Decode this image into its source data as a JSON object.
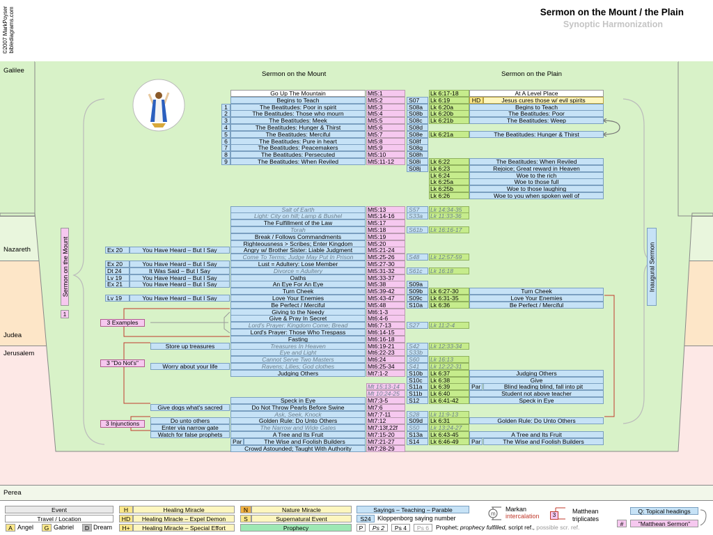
{
  "header": {
    "copyright": "©2007 MarkPoyser",
    "site": "biblediagrams.com",
    "title": "Sermon on the Mount / the Plain",
    "subtitle": "Synoptic Harmonization"
  },
  "regions": {
    "galilee": "Galilee",
    "nazareth": "Nazareth",
    "judea": "Judea",
    "jerusalem": "Jerusalem",
    "perea": "Perea"
  },
  "columns": {
    "mount": "Sermon on the Mount",
    "plain": "Sermon on the Plain"
  },
  "side_labels": {
    "left": "Sermon on the Mount",
    "left_num": "1",
    "right": "Inaugural Sermon"
  },
  "groups": {
    "examples": "3 Examples",
    "donots": "3 \"Do Not's\"",
    "injunctions": "3 Injunctions"
  },
  "legend": {
    "event": "Event",
    "travel": "Travel / Location",
    "angel_k": "A",
    "angel": "Angel",
    "gabriel_k": "G",
    "gabriel": "Gabriel",
    "dream_k": "D",
    "dream": "Dream",
    "h_k": "H",
    "h": "Healing Miracle",
    "hd_k": "HD",
    "hd": "Healing Miracle – Expel Demon",
    "hp_k": "H+",
    "hp": "Healing Miracle – Special Effort",
    "n_k": "N",
    "n": "Nature Miracle",
    "s_k": "S",
    "s": "Supernatural Event",
    "prophecy": "Prophecy",
    "sayings": "Sayings – Teaching – Parable",
    "s24_k": "S24",
    "s24": "Kloppenborg saying number",
    "p_k": "P",
    "ps2": "Ps 2",
    "ps4": "Ps 4",
    "ps6": "Ps 6",
    "prophet": "Prophet;",
    "prophecy_f": "prophecy fulfilled,",
    "script_ref": "script ref.,",
    "possible": "possible scr. ref.",
    "markan": "Markan",
    "intercalation": "intercalation",
    "matthean_n": "3",
    "matthean": "Matthean",
    "triplicates": "triplicates",
    "topical": "Q: Topical headings",
    "hash": "#",
    "ms": "\"Matthean Sermon\""
  },
  "rows": [
    {
      "t": "Go Up The Mountain",
      "m": "Mt5:1",
      "wht": true
    },
    {
      "t": "Begins to Teach",
      "m": "Mt5:2",
      "s": "S07"
    },
    {
      "n": "1",
      "t": "The Beatitudes: Poor in spirit",
      "m": "Mt5:3",
      "s": "S08a"
    },
    {
      "n": "2",
      "t": "The Beatitudes: Those who mourn",
      "m": "Mt5:4",
      "s": "S08b"
    },
    {
      "n": "3",
      "t": "The Beatitudes: Meek",
      "m": "Mt5:5",
      "s": "S08c"
    },
    {
      "n": "4",
      "t": "The Beatitudes: Hunger & Thirst",
      "m": "Mt5:6",
      "s": "S08d"
    },
    {
      "n": "5",
      "t": "The Beatitudes: Merciful",
      "m": "Mt5:7",
      "s": "S08e"
    },
    {
      "n": "6",
      "t": "The Beatitudes: Pure in heart",
      "m": "Mt5:8",
      "s": "S08f"
    },
    {
      "n": "7",
      "t": "The Beatitudes: Peacemakers",
      "m": "Mt5:9",
      "s": "S08g"
    },
    {
      "n": "8",
      "t": "The Beatitudes: Persecuted",
      "m": "Mt5:10",
      "s": "S08h"
    },
    {
      "n": "9",
      "t": "The Beatitudes: When Reviled",
      "m": "Mt5:11-12",
      "s": "S08i"
    },
    {
      "s": "S08j"
    },
    {},
    {},
    {},
    {},
    {},
    {
      "t": "Salt of Earth",
      "m": "Mt5:13",
      "s": "S57",
      "it": true
    },
    {
      "t": "Light: City on hill; Lamp & Bushel",
      "m": "Mt5:14-16",
      "s": "S33a",
      "it": true
    },
    {
      "t": "The Fulfillment of the Law",
      "m": "Mt5:17"
    },
    {
      "t": "Torah",
      "m": "Mt5:18",
      "s": "S61b",
      "it": true
    },
    {
      "t": "Break / Follows Commandments",
      "m": "Mt5:19"
    },
    {
      "t": "Righteousness > Scribes; Enter Kingdom",
      "m": "Mt5:20"
    },
    {
      "pre": "Ex 20",
      "pret": "You Have Heard – But I Say",
      "t": "Angry w/ Brother Sister: Liable Judgment",
      "m": "Mt5:21-24"
    },
    {
      "t": "Come To Terms; Judge May Put In Prison",
      "m": "Mt5:25-26",
      "s": "S48",
      "it": true
    },
    {
      "pre": "Ex 20",
      "pret": "You Have Heard – But I Say",
      "t": "Lust = Adultery: Lose Member",
      "m": "Mt5:27-30"
    },
    {
      "pre": "Dt 24",
      "pret": "It Was Said – But I Say",
      "t": "Divorce = Adultery",
      "m": "Mt5:31-32",
      "s": "S61c",
      "it": true
    },
    {
      "pre": "Lv 19",
      "pret": "You Have Heard – But I Say",
      "t": "Oaths",
      "m": "Mt5:33-37"
    },
    {
      "pre": "Ex 21",
      "pret": "You Have Heard – But I Say",
      "t": "An Eye For An Eye",
      "m": "Mt5:38",
      "s": "S09a"
    },
    {
      "t": "Turn Cheek",
      "m": "Mt5:39-42",
      "s": "S09b"
    },
    {
      "pre": "Lv 19",
      "pret": "You Have Heard – But I Say",
      "t": "Love Your Enemies",
      "m": "Mt5:43-47",
      "s": "S09c"
    },
    {
      "t": "Be Perfect / Merciful",
      "m": "Mt5:48",
      "s": "S10a"
    },
    {
      "t": "Giving to the Needy",
      "m": "Mt6:1-3"
    },
    {
      "t": "Give & Pray In Secret",
      "m": "Mt6:4-6"
    },
    {
      "t": "Lord's Prayer: Kingdom Come; Bread",
      "m": "Mt6:7-13",
      "s": "S27",
      "it": true
    },
    {
      "t": "Lord's Prayer: Those Who Trespass",
      "m": "Mt6:14-15"
    },
    {
      "t": "Fasting",
      "m": "Mt6:16-18"
    },
    {
      "pret": "Store up treasures",
      "t": "Treasures In Heaven",
      "m": "Mt6:19-21",
      "s": "S42",
      "it": true
    },
    {
      "t": "Eye and Light",
      "m": "Mt6:22-23",
      "s": "S33b",
      "it": true
    },
    {
      "t": "Cannot Serve Two Masters",
      "m": "Mt6:24",
      "s": "S60",
      "it": true
    },
    {
      "pret": "Worry about your life",
      "t": "Ravens; Lilies; God clothes",
      "m": "Mt6:25-34",
      "s": "S41",
      "it": true
    },
    {
      "t": "Judging Others",
      "m": "Mt7:1-2",
      "s": "S10b"
    },
    {
      "s": "S10c"
    },
    {
      "m": "Mt 15:13-14",
      "mi": true,
      "s": "S11a"
    },
    {
      "m": "Mt 10:24-25",
      "mi": true,
      "s": "S11b"
    },
    {
      "t": "Speck in Eye",
      "m": "Mt7:3-5",
      "s": "S12"
    },
    {
      "pret": "Give dogs what's sacred",
      "t": "Do Not Throw Pearls Before Swine",
      "m": "Mt7:6"
    },
    {
      "t": "Ask, Seek, Knock",
      "m": "Mt7:7-11",
      "s": "S28",
      "it": true
    },
    {
      "pret": "Do unto others",
      "t": "Golden Rule: Do Unto Others",
      "m": "Mt7:12",
      "s": "S09d"
    },
    {
      "pret": "Enter via narrow gate",
      "t": "The Narrow and Wide Gates",
      "m": "Mt7:13f,22f",
      "s": "S50",
      "it": true
    },
    {
      "pret": "Watch for false prophets",
      "t": "A Tree and Its Fruit",
      "m": "Mt7:15-20",
      "s": "S13a"
    },
    {
      "par": "Par",
      "t": "The Wise and Foolish Builders",
      "m": "Mt7:21-27",
      "s": "S14"
    },
    {
      "t": "Crowd Astounded; Taught With Authority",
      "m": "Mt7:28-29"
    }
  ],
  "lrows": [
    {
      "l": "Lk 6:17-18",
      "t": "At A Level Place",
      "wht": true
    },
    {
      "l": "Lk 6:19",
      "hd": "HD",
      "t": "Jesus cures those w/ evil spirits",
      "y": true
    },
    {
      "l": "Lk 6:20a",
      "t": "Begins to Teach"
    },
    {
      "l": "Lk 6:20b",
      "t": "The Beatitudes: Poor"
    },
    {
      "l": "Lk 6:21b",
      "t": "The Beatitudes: Weep"
    },
    {},
    {
      "l": "Lk 6:21a",
      "t": "The Beatitudes: Hunger & Thirst"
    },
    {},
    {},
    {},
    {
      "l": "Lk 6:22",
      "t": "The Beatitudes: When Reviled"
    },
    {
      "l": "Lk 6:23",
      "t": "Rejoice; Great reward in Heaven"
    },
    {
      "l": "Lk 6:24",
      "t": "Woe to the rich"
    },
    {
      "l": "Lk 6:25a",
      "t": "Woe to those full"
    },
    {
      "l": "Lk 6:25b",
      "t": "Woe to those laughing"
    },
    {
      "l": "Lk 6:26",
      "t": "Woe to you when spoken well of"
    },
    {},
    {
      "l": "Lk 14:34-35",
      "it": true
    },
    {
      "l": "Lk 11:33-36",
      "it": true
    },
    {},
    {
      "l": "Lk 16:16-17",
      "it": true
    },
    {},
    {},
    {},
    {
      "l": "Lk 12:57-59",
      "it": true
    },
    {},
    {
      "l": "Lk 16:18",
      "it": true
    },
    {},
    {},
    {
      "l": "Lk 6:27-30",
      "t": "Turn Cheek"
    },
    {
      "l": "Lk 6:31-35",
      "t": "Love Your Enemies"
    },
    {
      "l": "Lk 6:36",
      "t": "Be Perfect / Merciful"
    },
    {},
    {},
    {
      "l": "Lk 11:2-4",
      "it": true
    },
    {},
    {},
    {
      "l": "Lk 12:33-34",
      "it": true
    },
    {},
    {
      "l": "Lk 16:13",
      "it": true
    },
    {
      "l": "Lk 12:22-31",
      "it": true
    },
    {
      "l": "Lk 6:37",
      "t": "Judging Others"
    },
    {
      "l": "Lk 6:38",
      "t": "Give"
    },
    {
      "l": "Lk 6:39",
      "par": "Par",
      "t": "Blind leading blind, fall into pit"
    },
    {
      "l": "Lk 6:40",
      "t": "Student not above teacher"
    },
    {
      "l": "Lk 6:41-42",
      "t": "Speck in Eye"
    },
    {},
    {
      "l": "Lk 11:9-13",
      "it": true
    },
    {
      "l": "Lk 6:31",
      "t": "Golden Rule: Do Unto Others"
    },
    {
      "l": "Lk 13:24-27",
      "it": true
    },
    {
      "l": "Lk 6:43-45",
      "t": "A Tree and Its Fruit"
    },
    {
      "l": "Lk 6:46-49",
      "par": "Par",
      "t": "The Wise and Foolish Builders"
    }
  ]
}
